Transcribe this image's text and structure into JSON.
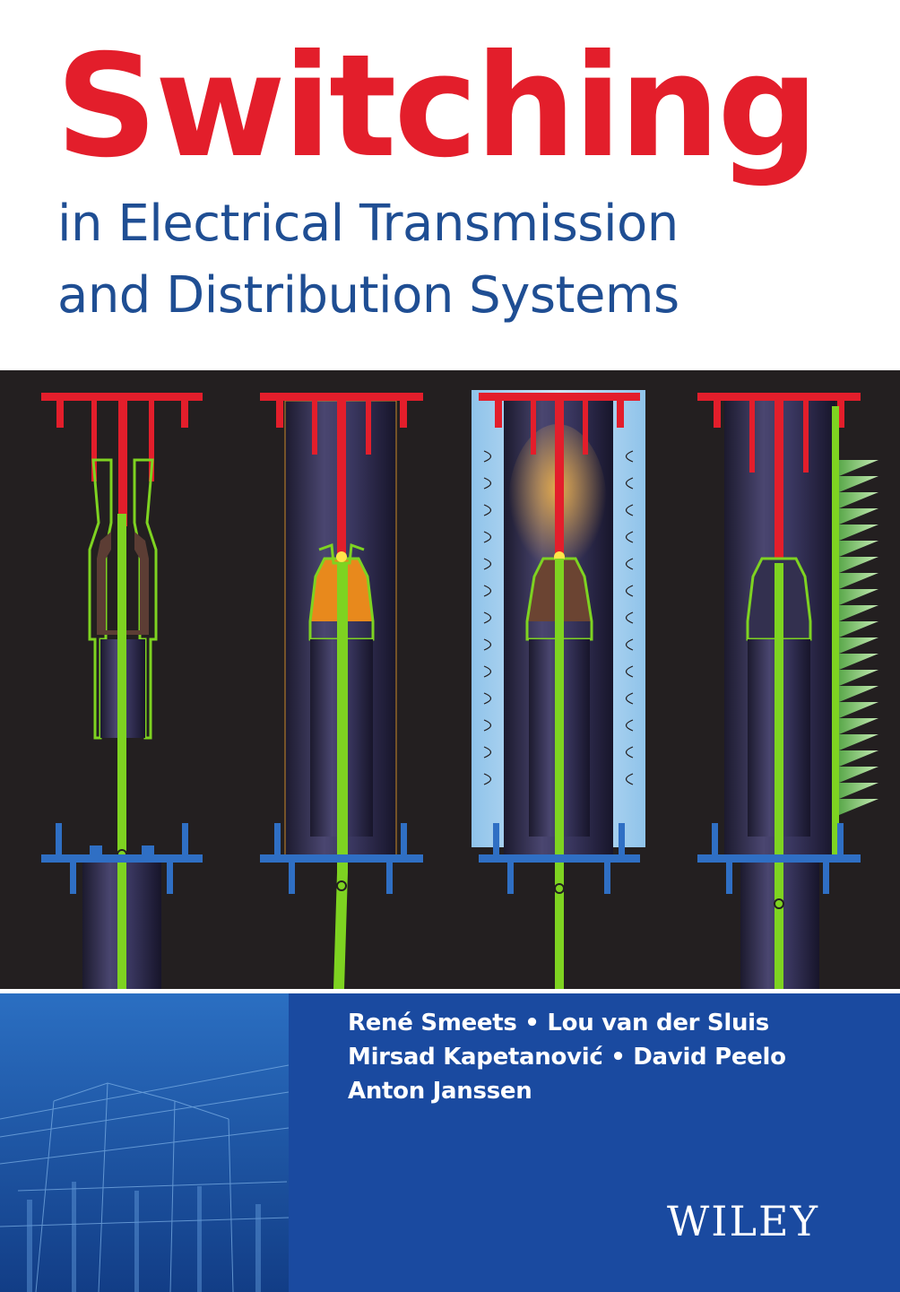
{
  "cover": {
    "title": "Switching",
    "subtitle_line1": "in Electrical Transmission",
    "subtitle_line2": "and Distribution Systems"
  },
  "authors": {
    "line1": "René Smeets • Lou van der Sluis",
    "line2": "Mirsad Kapetanović • David Peelo",
    "line3": "Anton Janssen"
  },
  "publisher": "WILEY",
  "colors": {
    "title_red": "#e31e2b",
    "subtitle_blue": "#1f4e93",
    "footer_blue": "#1a4aa0",
    "illustration_bg": "#231f20",
    "contact_red": "#e31e2b",
    "insulator_green": "#7ed321",
    "flange_blue": "#2f6fc4"
  },
  "illustration": {
    "subject": "four circuit breaker interrupter cross-sections",
    "count": 4
  }
}
